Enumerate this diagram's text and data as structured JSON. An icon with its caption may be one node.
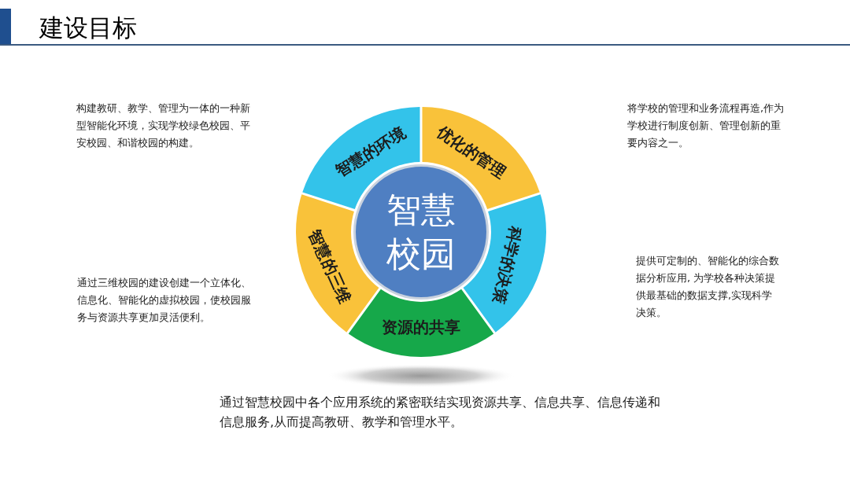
{
  "diagram": {
    "title": "建设目标",
    "nodes": [
      {
        "text": [
          "智慧的环境"
        ]
      },
      {
        "text": [
          "优化的管理"
        ]
      },
      {
        "text": [
          "智慧校园"
        ]
      },
      {
        "text": [
          "智慧的三维"
        ]
      },
      {
        "text": [
          "科学的决策"
        ]
      },
      {
        "text": [
          "资源的共享"
        ]
      }
    ],
    "labels": [
      "构建教研、教学、管理为一体的一种新型智能化环境，实现学校绿色校园、平安校园、和谐校园的构建。",
      "将学校的管理和业务流程再造,作为学校进行制度创新、管理创新的重要内容之一。",
      "提供可定制的、智能化的综合数据分析应用, 为学校各种决策提供最基础的数据支撑,实现科学决策。",
      "通过三维校园的建设创建一个立体化、信息化、智能化的虚拟校园，使校园服务与资源共享更加灵活便利。",
      "通过智慧校园中各个应用系统的紧密联结实现资源共享、信息共享、信息传递和信息服务,从而提高教研、教学和管理水平。"
    ]
  }
}
